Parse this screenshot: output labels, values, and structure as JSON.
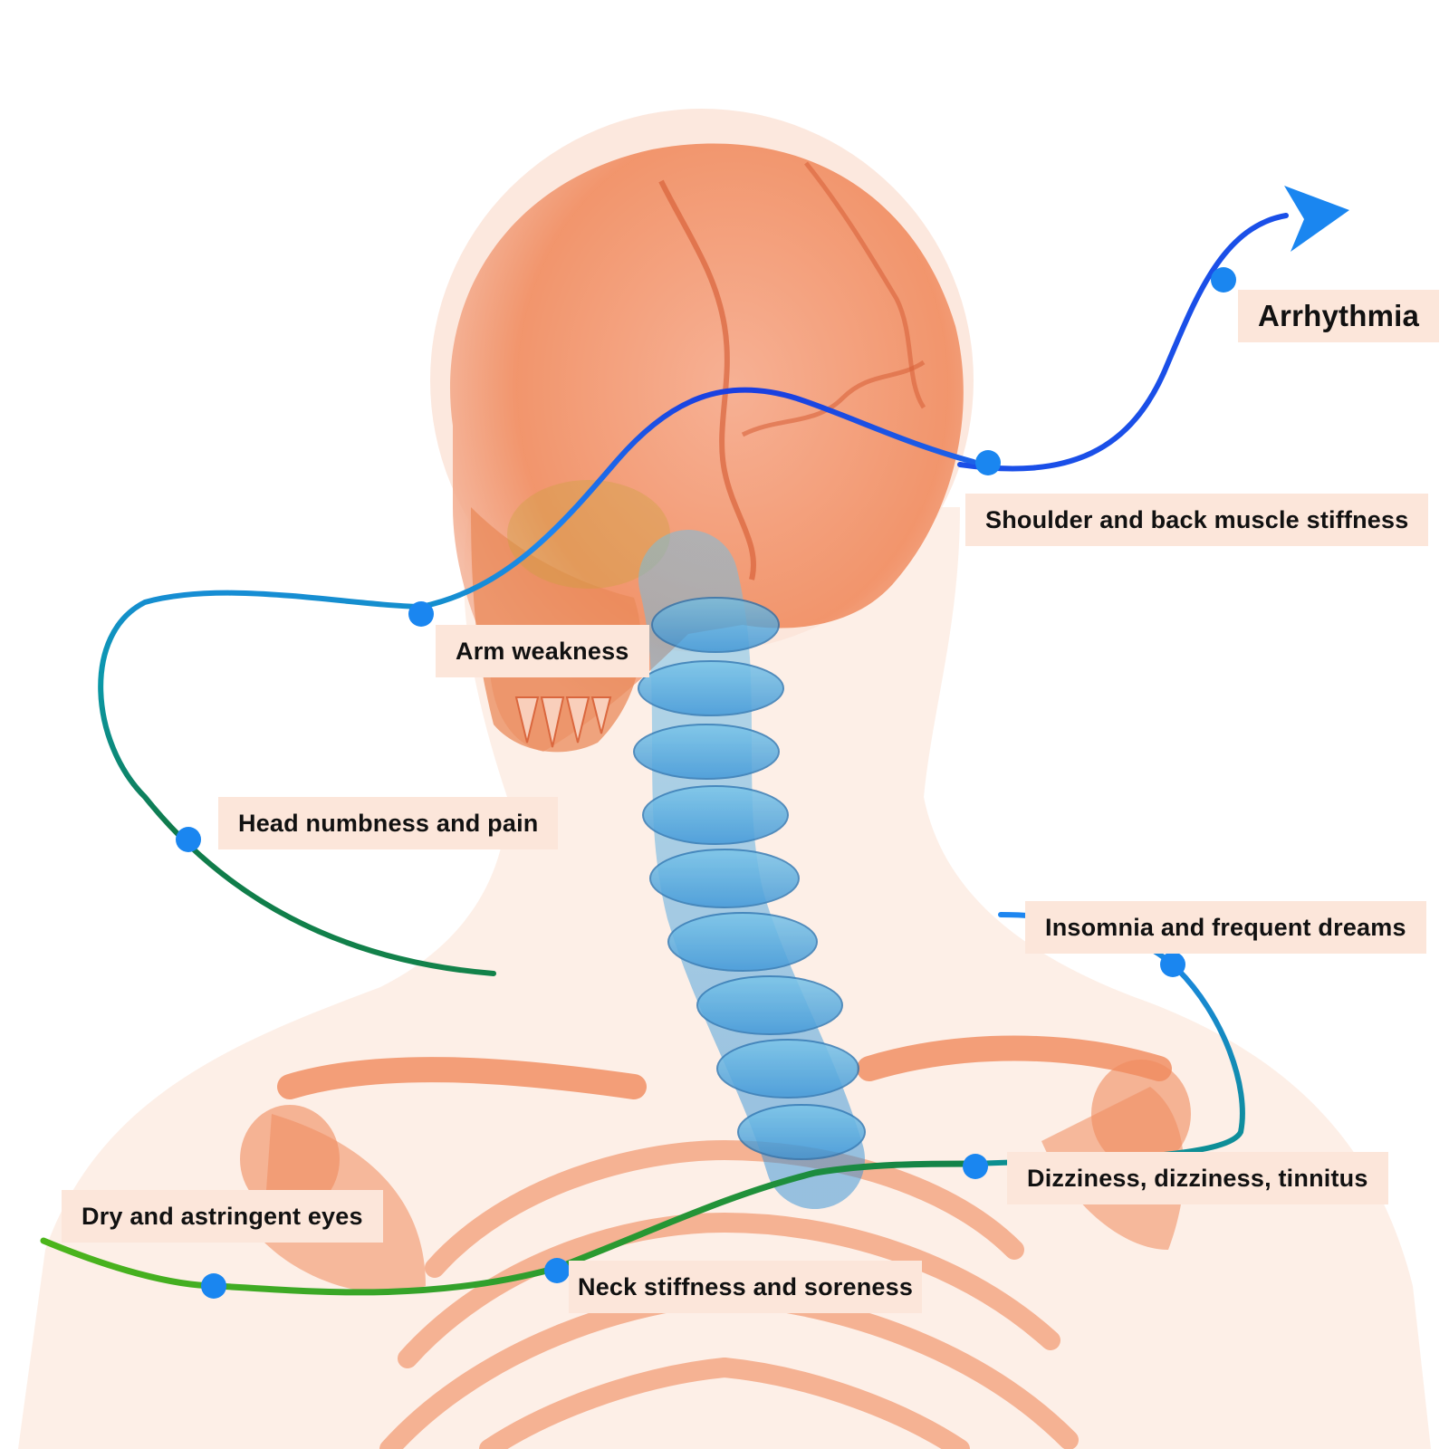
{
  "diagram": {
    "subject": "human head, neck and upper torso skeleton viewed from behind",
    "highlighted_region": "cervical spine",
    "colors": {
      "bone": "#f08a5d",
      "skin": "#fbe4d8",
      "spine": "#3aa0dc",
      "curve_top": "#1e7cf0",
      "curve_mid": "#0b8f9a",
      "curve_low": "#12824a",
      "curve_bottom": "#4cb51c",
      "dot": "#1a86f0",
      "label_bg": "#fce6da",
      "label_text": "#111111"
    },
    "labels": {
      "arrhythmia": "Arrhythmia",
      "shoulder_back": "Shoulder and back muscle stiffness",
      "arm_weakness": "Arm weakness",
      "head_numbness": "Head numbness and pain",
      "insomnia": "Insomnia and frequent dreams",
      "dizziness": "Dizziness, dizziness, tinnitus",
      "dry_eyes": "Dry and astringent eyes",
      "neck_stiffness": "Neck stiffness and soreness"
    }
  }
}
